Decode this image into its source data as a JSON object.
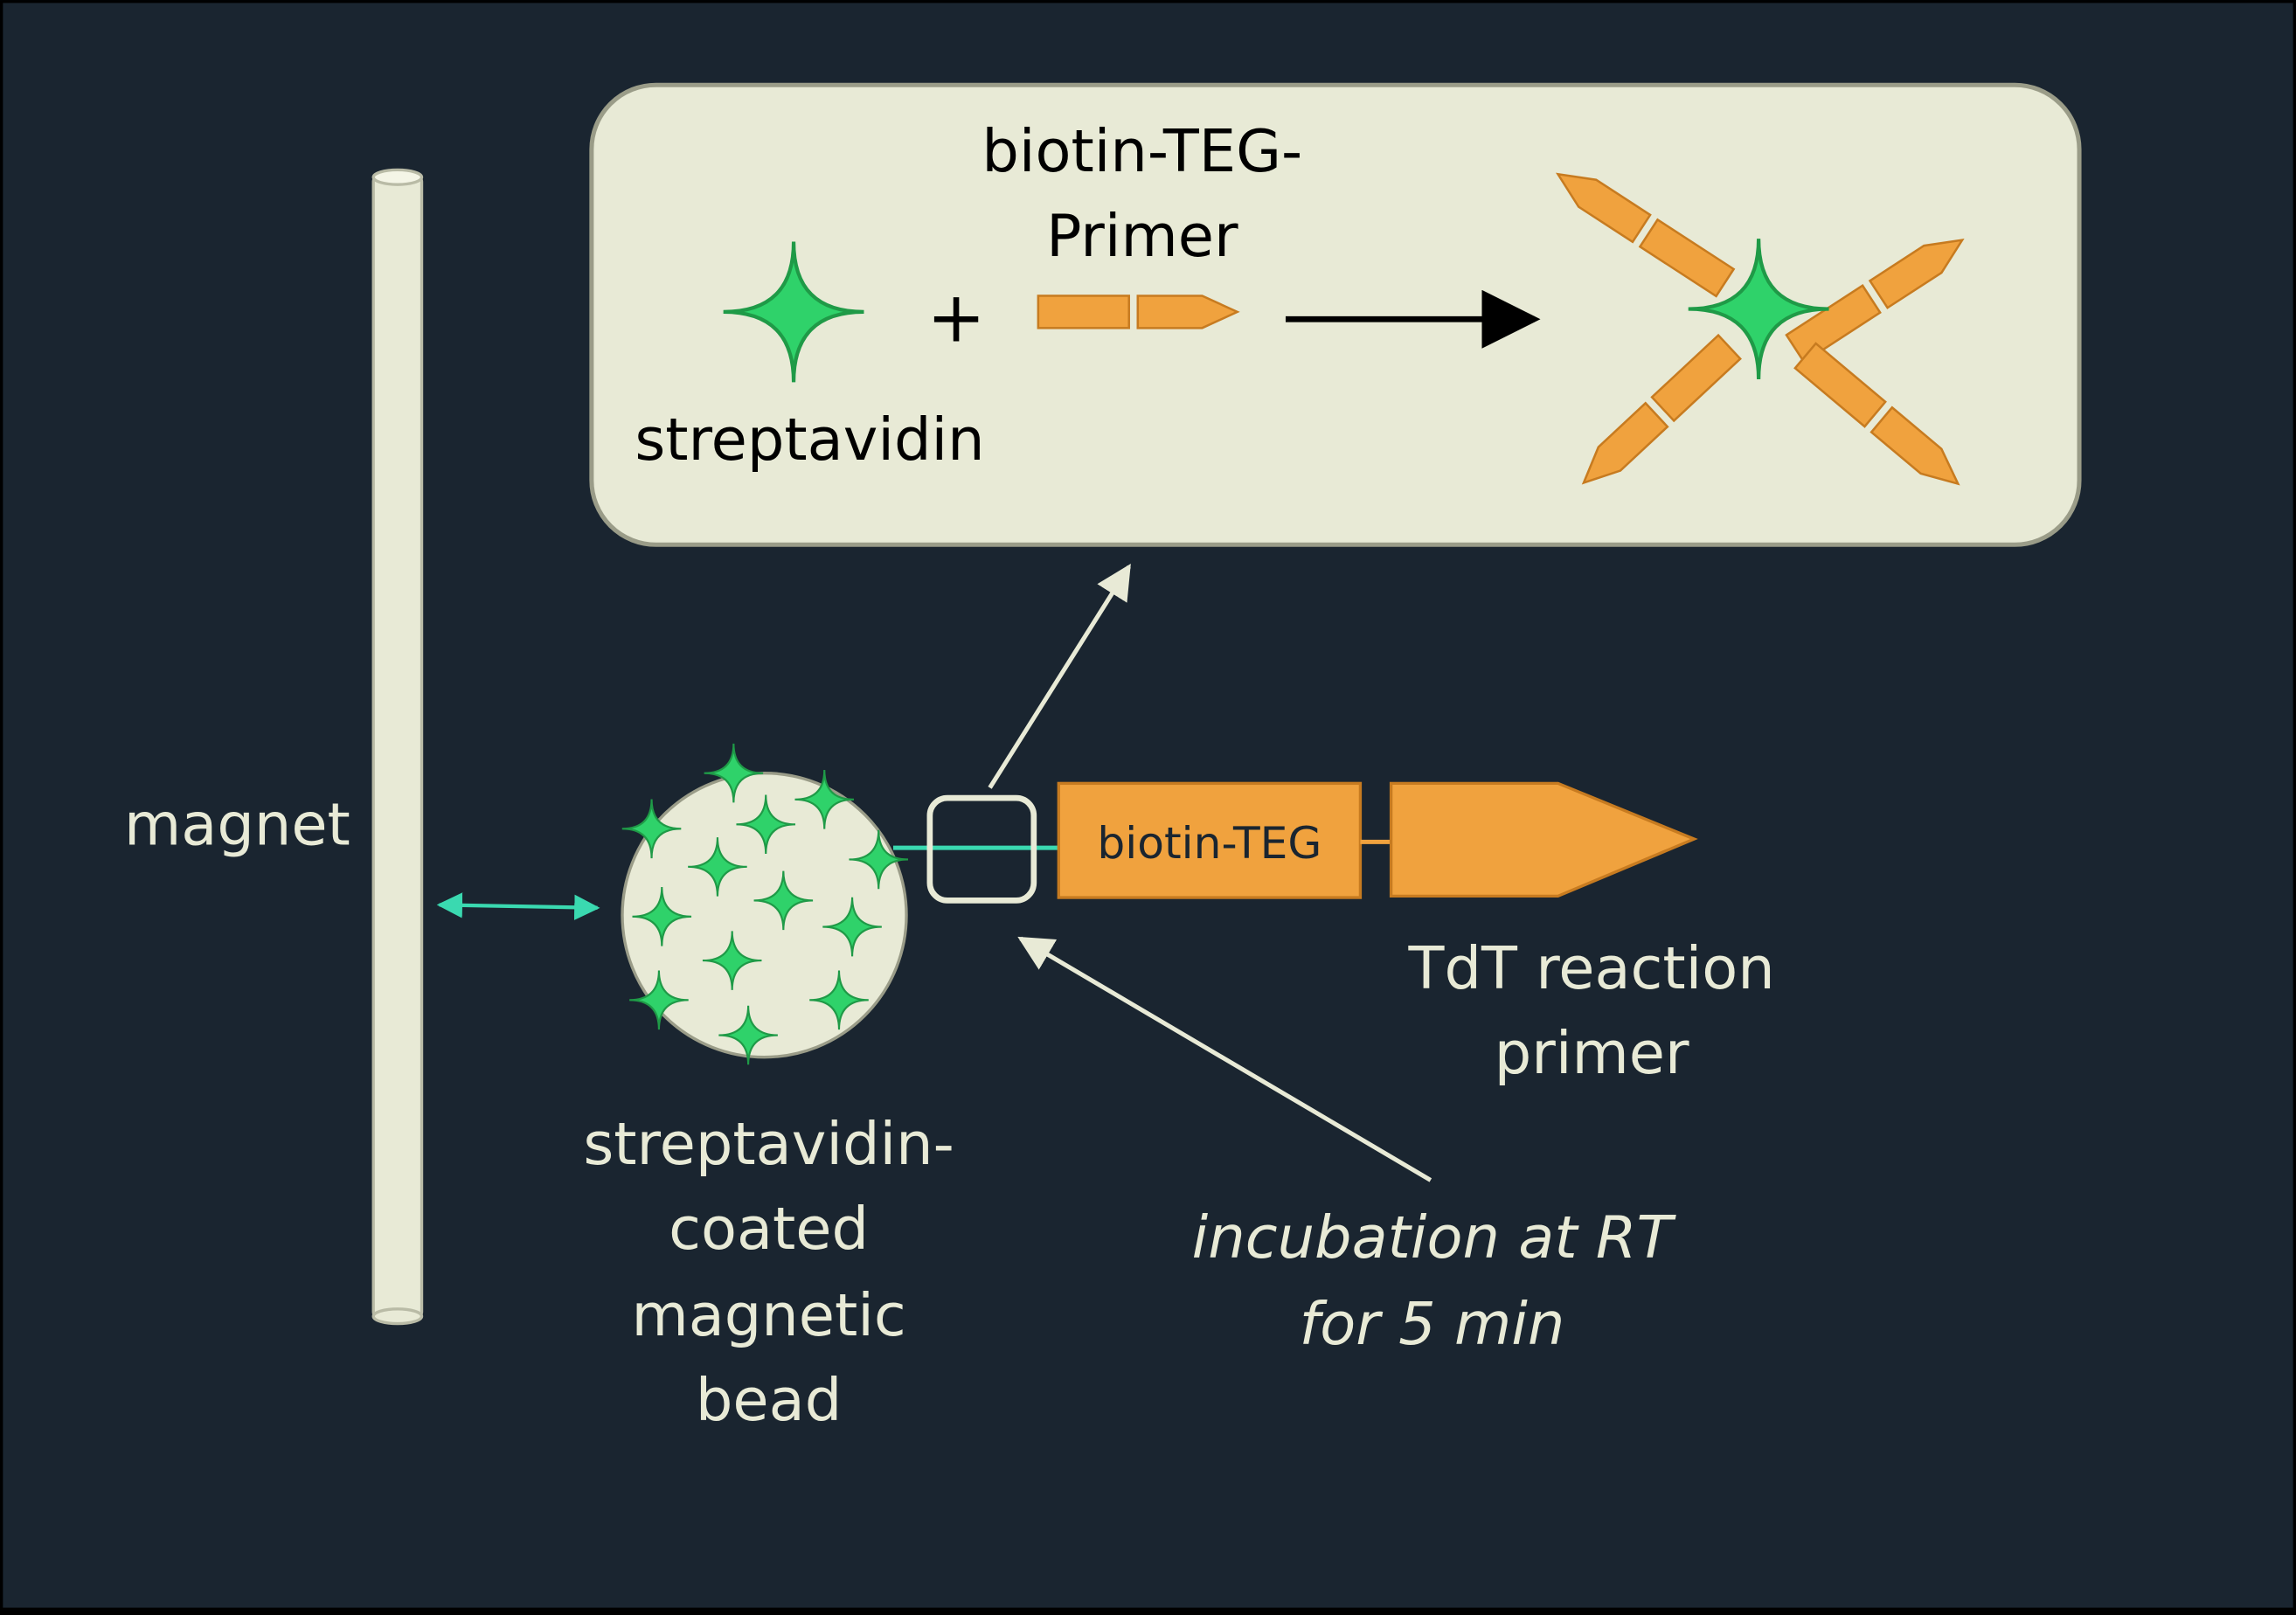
{
  "labels": {
    "magnet": "magnet",
    "bead": [
      "streptavidin-",
      "coated",
      "magnetic",
      "bead"
    ],
    "biotin_teg": "biotin-TEG",
    "tdt_primer": [
      "TdT reaction",
      "primer"
    ],
    "incubation": [
      "incubation at RT",
      "for 5 min"
    ]
  },
  "inset": {
    "streptavidin_label": "streptavidin",
    "biotin_primer_label": [
      "biotin-TEG-",
      "Primer"
    ],
    "plus": "+"
  },
  "colors": {
    "background": "#1a2530",
    "cream": "#e8ead6",
    "green": "#2fd26a",
    "green_dark": "#1f9a47",
    "orange": "#f0a23e",
    "orange_dark": "#c77b20",
    "teal": "#3ad9b0"
  }
}
